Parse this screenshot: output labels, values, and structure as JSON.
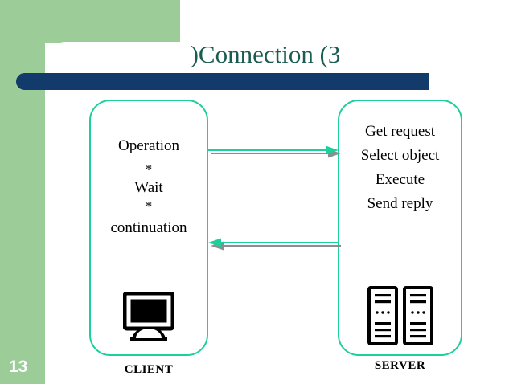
{
  "slide": {
    "title": "Connection (3)",
    "title_display_rtl": ")Connection (3",
    "page_number": "13"
  },
  "colors": {
    "green_panel": "#9ccd99",
    "navy_bar": "#123a6b",
    "title_text": "#1a5b52",
    "box_border": "#1ecf9e",
    "arrow": "#1ecf9e",
    "arrow_shadow": "#808080",
    "icon": "#000000",
    "background": "#ffffff"
  },
  "client": {
    "caption": "CLIENT",
    "icon": "desktop-monitor-icon",
    "lines": [
      {
        "text": "Operation",
        "kind": "label"
      },
      {
        "text": "*",
        "kind": "star"
      },
      {
        "text": "Wait",
        "kind": "label"
      },
      {
        "text": "*",
        "kind": "star"
      },
      {
        "text": "continuation",
        "kind": "label"
      }
    ]
  },
  "server": {
    "caption": "SERVER",
    "icon": "server-rack-icon",
    "lines": [
      {
        "text": "Get request",
        "kind": "label"
      },
      {
        "text": "Select object",
        "kind": "label"
      },
      {
        "text": "Execute",
        "kind": "label"
      },
      {
        "text": "Send reply",
        "kind": "label"
      }
    ]
  },
  "arrows": [
    {
      "name": "request-arrow",
      "direction": "right",
      "from": "client",
      "to": "server"
    },
    {
      "name": "reply-arrow",
      "direction": "left",
      "from": "server",
      "to": "client"
    }
  ]
}
